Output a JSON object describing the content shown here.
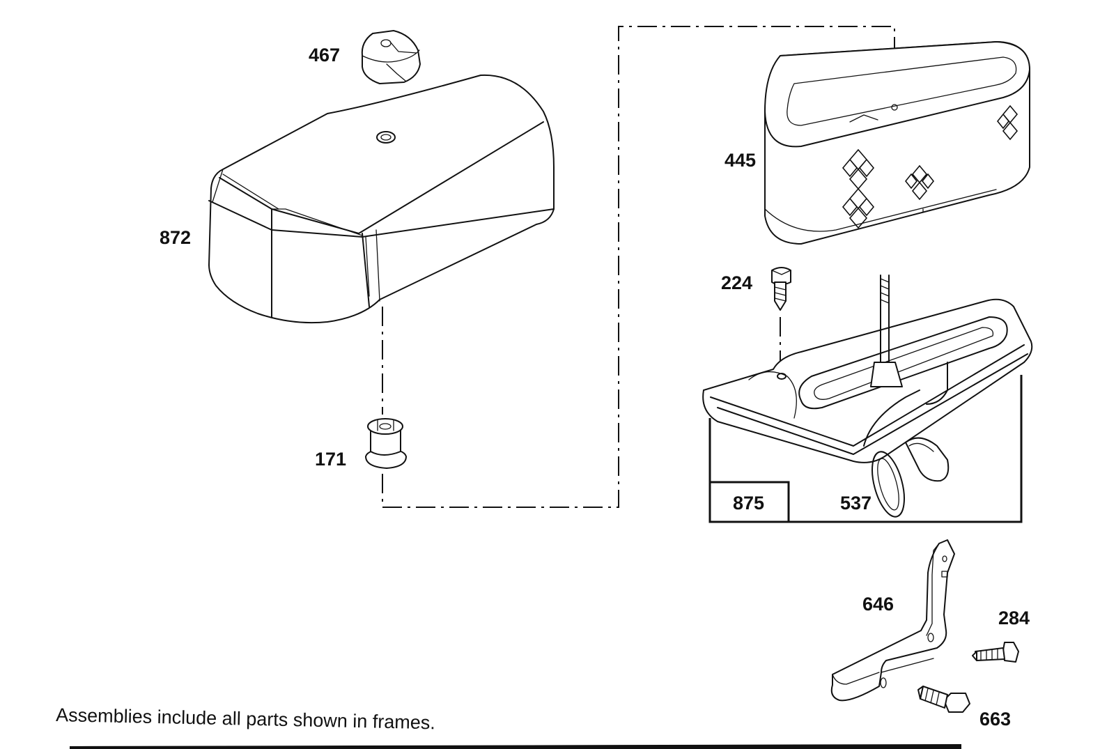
{
  "parts": {
    "p467": "467",
    "p872": "872",
    "p171": "171",
    "p445": "445",
    "p224": "224",
    "p875": "875",
    "p537": "537",
    "p646": "646",
    "p284": "284",
    "p663": "663"
  },
  "footnote": "Assemblies include all parts shown in frames."
}
